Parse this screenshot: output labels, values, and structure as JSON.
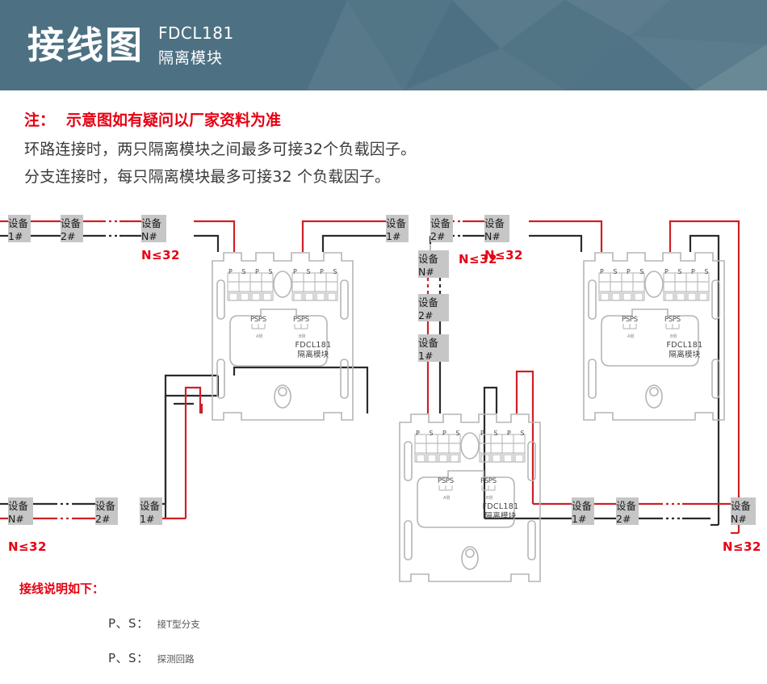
{
  "header": {
    "title": "接线图",
    "model": "FDCL181",
    "subtitle": "隔离模块",
    "bg_color": "#4d7183"
  },
  "notes": {
    "warning_label": "注：",
    "warning_text": "示意图如有疑问以厂家资料为准",
    "line1": "环路连接时，两只隔离模块之间最多可接32个负载因子。",
    "line2": "分支连接时，每只隔离模块最多可接32 个负载因子。",
    "warning_color": "#e60012"
  },
  "diagram": {
    "module": {
      "model": "FDCL181",
      "name": "隔离模块",
      "terminal_labels": "P  S  P  S",
      "ps_label": "PSPS",
      "side_a": "A侧",
      "side_b": "B侧"
    },
    "modules": [
      {
        "id": "module-top-left",
        "model": "FDCL181",
        "name": "隔离模块"
      },
      {
        "id": "module-top-right",
        "model": "FDCL181",
        "name": "隔离模块"
      },
      {
        "id": "module-bottom-center",
        "model": "FDCL181",
        "name": "隔离模块"
      }
    ],
    "chains": [
      {
        "id": "chain-top-left",
        "devices": [
          "设备1#",
          "设备2#",
          "设备N#"
        ],
        "limit": "N≤32"
      },
      {
        "id": "chain-top-center",
        "devices": [
          "设备1#",
          "设备2#",
          "设备N#"
        ],
        "limit": "N≤32"
      },
      {
        "id": "chain-branch-vertical",
        "devices": [
          "设备N#",
          "设备2#",
          "设备1#"
        ],
        "limit": "N≤32"
      },
      {
        "id": "chain-bottom-left",
        "devices": [
          "设备N#",
          "设备2#",
          "设备1#"
        ],
        "limit": "N≤32"
      },
      {
        "id": "chain-bottom-right",
        "devices": [
          "设备1#",
          "设备2#",
          "设备N#"
        ],
        "limit": "N≤32"
      }
    ],
    "wire_colors": {
      "positive": "#cf2027",
      "negative": "#2b2b2b"
    },
    "device_box_color": "#c6c6c6"
  },
  "legend": {
    "title": "接线说明如下：",
    "rows": [
      {
        "ps": "P、S：",
        "desc": "接T型分支"
      },
      {
        "ps": "P、S：",
        "desc": "探测回路"
      }
    ]
  }
}
